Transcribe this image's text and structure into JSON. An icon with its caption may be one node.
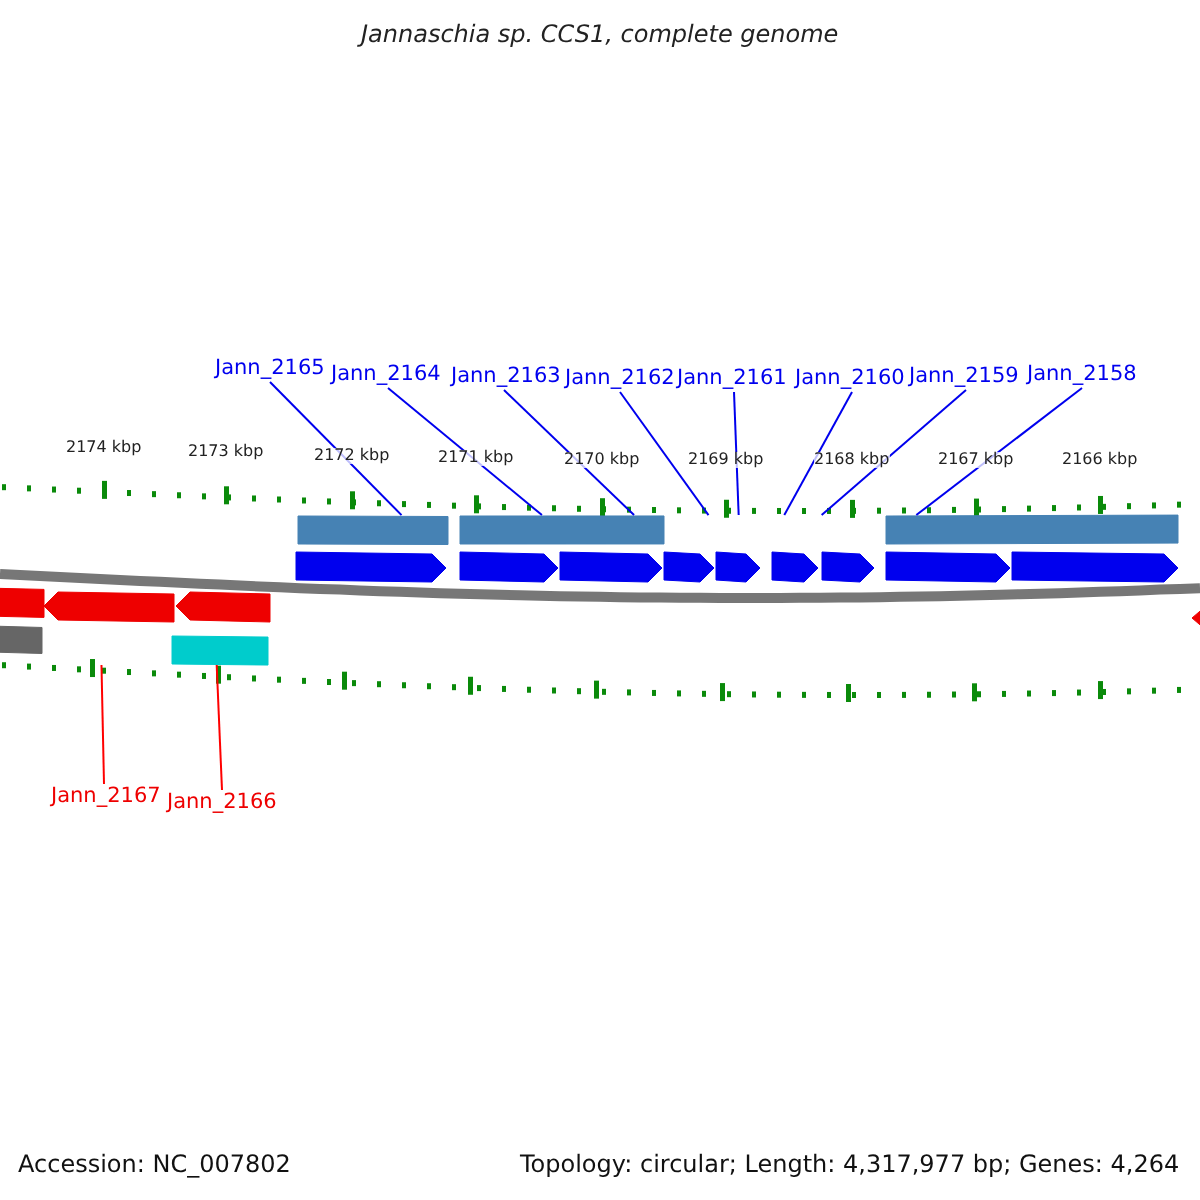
{
  "diagram": {
    "title": "Jannaschia sp. CCS1, complete genome",
    "nodes": [
      {
        "text": [
          "Jann_2165"
        ]
      },
      {
        "text": [
          "Jann_2164"
        ]
      },
      {
        "text": [
          "Jann_2163"
        ]
      },
      {
        "text": [
          "Jann_2162"
        ]
      },
      {
        "text": [
          "Jann_2161"
        ]
      },
      {
        "text": [
          "Jann_2160"
        ]
      },
      {
        "text": [
          "Jann_2159"
        ]
      },
      {
        "text": [
          "Jann_2158"
        ]
      },
      {
        "text": [
          "Jann_2167"
        ]
      },
      {
        "text": [
          "Jann_2166"
        ]
      },
      {
        "text": [],
        "shape": "picture"
      }
    ],
    "edges": [
      {
        "from": 0,
        "to": 10,
        "arrow": "none"
      },
      {
        "from": 1,
        "to": 10,
        "arrow": "none"
      },
      {
        "from": 2,
        "to": 10,
        "arrow": "none"
      },
      {
        "from": 3,
        "to": 10,
        "arrow": "none"
      },
      {
        "from": 4,
        "to": 10,
        "arrow": "none"
      },
      {
        "from": 5,
        "to": 10,
        "arrow": "none"
      },
      {
        "from": 6,
        "to": 10,
        "arrow": "none"
      },
      {
        "from": 7,
        "to": 10,
        "arrow": "none"
      },
      {
        "from": 8,
        "to": 10,
        "arrow": "none",
        "color": "#ff0000"
      },
      {
        "from": 9,
        "to": 10,
        "arrow": "none",
        "color": "#ff0000"
      }
    ],
    "labels": [
      "2174 kbp",
      "2173 kbp",
      "2172 kbp",
      "2171 kbp",
      "2170 kbp",
      "2169 kbp",
      "2168 kbp",
      "2167 kbp",
      "2166 kbp",
      "Accession: NC_007802",
      "Topology: circular; Length: 4,317,977 bp; Genes: 4,264"
    ]
  }
}
